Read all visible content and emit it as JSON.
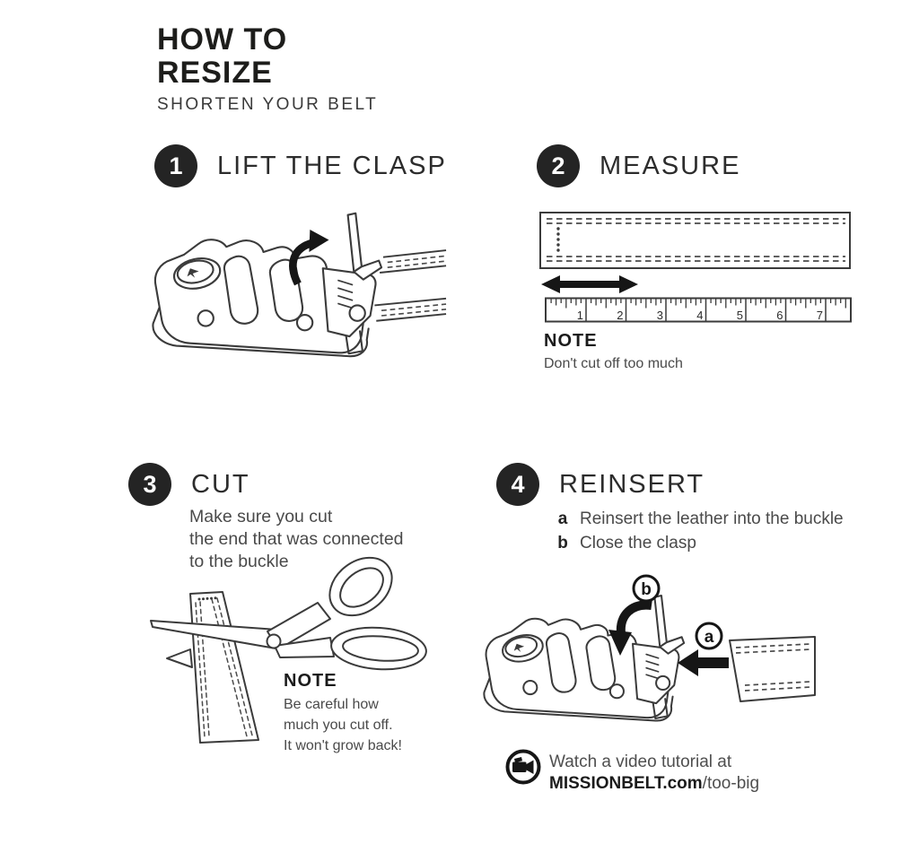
{
  "header": {
    "title_line1": "HOW TO",
    "title_line2": "RESIZE",
    "subtitle": "SHORTEN YOUR BELT"
  },
  "steps": [
    {
      "number": "1",
      "title": "LIFT THE CLASP"
    },
    {
      "number": "2",
      "title": "MEASURE",
      "note_title": "NOTE",
      "note_text": "Don't cut off too much",
      "ruler_numbers": [
        "1",
        "2",
        "3",
        "4",
        "5",
        "6",
        "7"
      ]
    },
    {
      "number": "3",
      "title": "CUT",
      "body_lines": [
        "Make sure you cut",
        "the end that was connected",
        "to the buckle"
      ],
      "note_title": "NOTE",
      "note_lines": [
        "Be careful how",
        "much you cut off.",
        "It won't grow back!"
      ]
    },
    {
      "number": "4",
      "title": "REINSERT",
      "substeps": [
        {
          "key": "a",
          "text": "Reinsert the leather into the buckle"
        },
        {
          "key": "b",
          "text": "Close the clasp"
        }
      ],
      "callout_a": "a",
      "callout_b": "b"
    }
  ],
  "footer": {
    "prefix": "Watch a video tutorial at",
    "brand": "MISSIONBELT.com",
    "suffix": "/too-big"
  },
  "colors": {
    "ink": "#161616",
    "line": "#3b3b3b",
    "text_gray": "#4a4a4a"
  }
}
